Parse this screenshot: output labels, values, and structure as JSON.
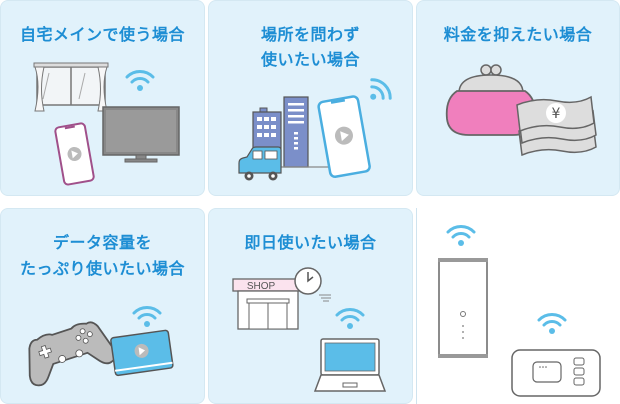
{
  "colors": {
    "card_bg": "#e1f2fb",
    "title": "#1e8ed4",
    "wifi": "#5bbde8",
    "outline": "#666666",
    "building": "#7b8fc9",
    "car": "#5bbde8",
    "purse": "#f07fbd",
    "shop_sign": "#fbe3ee"
  },
  "cards": [
    {
      "title_lines": [
        "自宅メインで使う場合"
      ],
      "icons": [
        "window-icon",
        "wifi-icon",
        "tv-icon",
        "smartphone-icon",
        "play-icon"
      ]
    },
    {
      "title_lines": [
        "場所を問わず",
        "使いたい場合"
      ],
      "icons": [
        "building-icon",
        "car-icon",
        "smartphone-icon",
        "wifi-icon",
        "play-icon"
      ]
    },
    {
      "title_lines": [
        "料金を抑えたい場合"
      ],
      "icons": [
        "coin-purse-icon",
        "yen-banknote-icon"
      ]
    },
    {
      "title_lines": [
        "データ容量を",
        "たっぷり使いたい場合"
      ],
      "icons": [
        "game-controller-icon",
        "tablet-icon",
        "wifi-icon",
        "play-icon"
      ]
    },
    {
      "title_lines": [
        "即日使いたい場合"
      ],
      "icons": [
        "shop-icon",
        "clock-icon",
        "wifi-icon",
        "laptop-icon"
      ],
      "shop_sign": "SHOP"
    },
    {
      "title_lines": [],
      "icons": [
        "home-router-icon",
        "wifi-icon",
        "mobile-router-icon"
      ]
    }
  ]
}
